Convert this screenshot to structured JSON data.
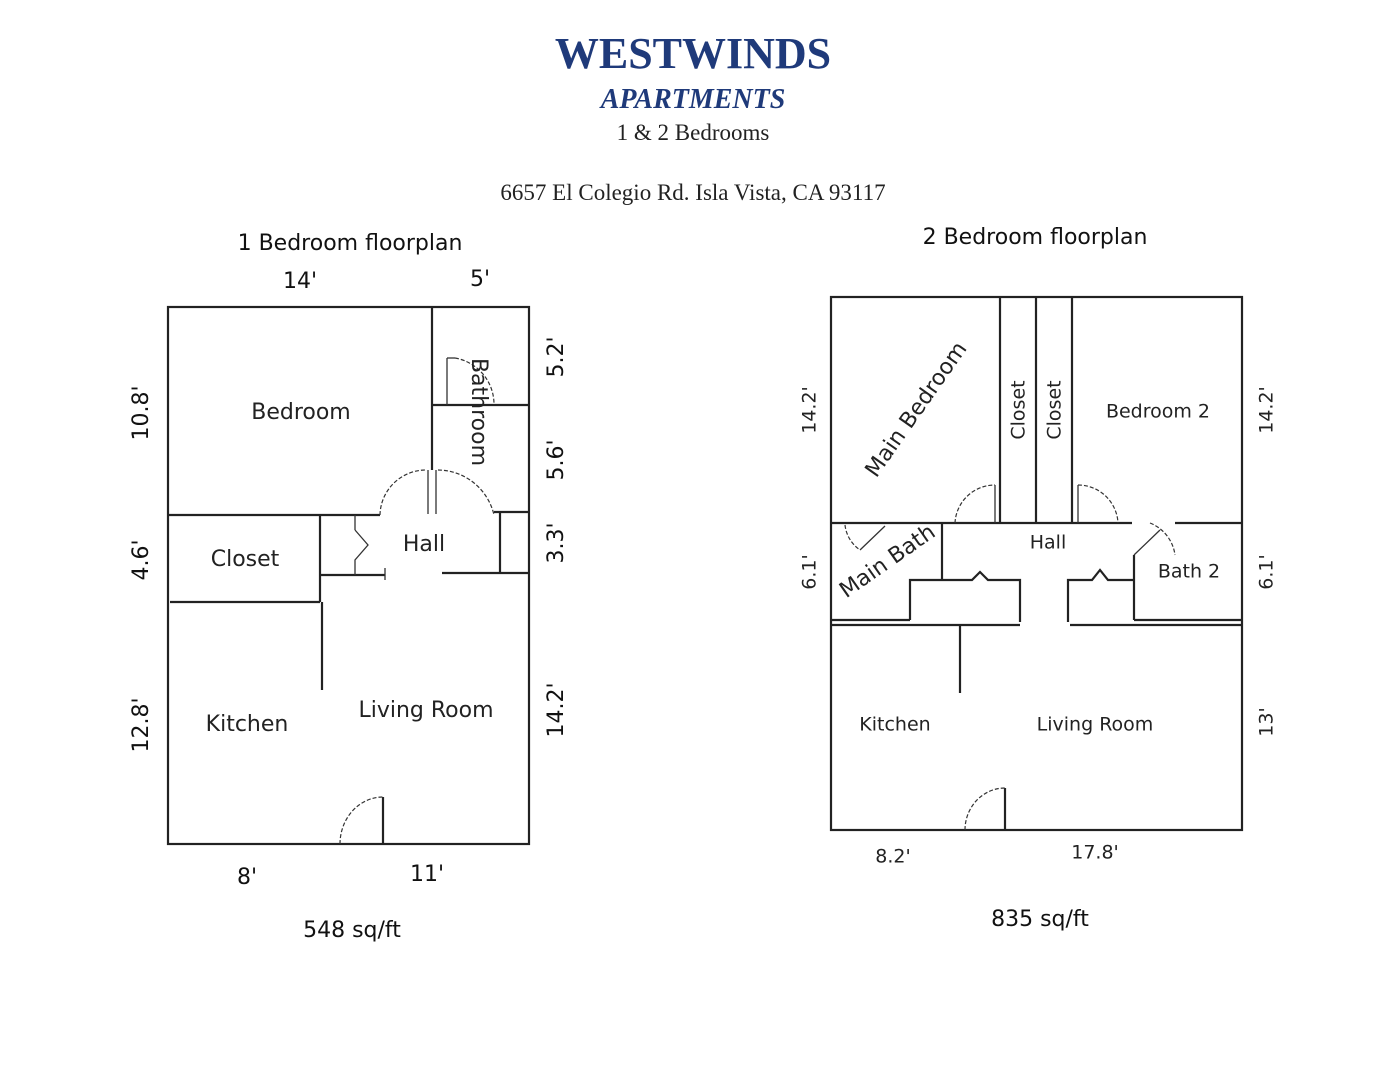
{
  "header": {
    "brand": "WESTWINDS",
    "subtitle": "APARTMENTS",
    "tagline": "1 & 2 Bedrooms",
    "address": "6657 El Colegio Rd.  Isla Vista, CA 93117",
    "brand_color": "#1f3a7a"
  },
  "plan1": {
    "title": "1 Bedroom floorplan",
    "rooms": {
      "bedroom": "Bedroom",
      "bathroom": "Bathroom",
      "closet": "Closet",
      "hall": "Hall",
      "kitchen": "Kitchen",
      "living": "Living Room"
    },
    "dims": {
      "top_left": "14'",
      "top_right": "5'",
      "left_1": "10.8'",
      "left_2": "4.6'",
      "left_3": "12.8'",
      "right_1": "5.2'",
      "right_2": "5.6'",
      "right_3": "3.3'",
      "right_4": "14.2'",
      "bottom_left": "8'",
      "bottom_right": "11'"
    },
    "area": "548 sq/ft"
  },
  "plan2": {
    "title": "2 Bedroom floorplan",
    "rooms": {
      "main_bedroom": "Main Bedroom",
      "closet_1": "Closet",
      "closet_2": "Closet",
      "bedroom2": "Bedroom 2",
      "hall": "Hall",
      "main_bath": "Main Bath",
      "bath2": "Bath 2",
      "kitchen": "Kitchen",
      "living": "Living Room"
    },
    "dims": {
      "left_1": "14.2'",
      "left_2": "6.1'",
      "right_1": "14.2'",
      "right_2": "6.1'",
      "right_3": "13'",
      "bottom_left": "8.2'",
      "bottom_right": "17.8'"
    },
    "area": "835 sq/ft"
  }
}
